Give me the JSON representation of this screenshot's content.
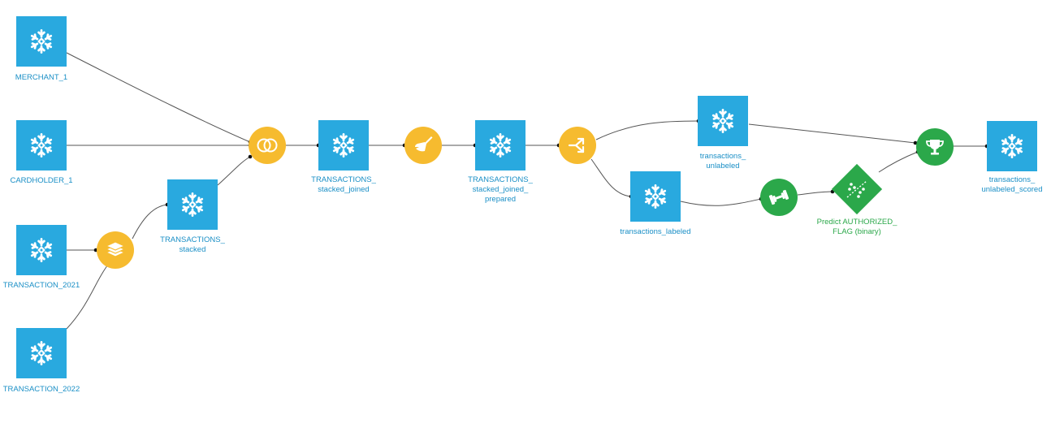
{
  "flow": {
    "colors": {
      "dataset": "#29a9df",
      "recipe_visual": "#f6bb2f",
      "recipe_ml": "#2ba84a",
      "edge": "#555555",
      "label_dataset": "#1a8fc6",
      "label_model": "#2ba84a"
    },
    "datasets": {
      "merchant": [
        "MERCHANT_1"
      ],
      "cardholder": [
        "CARDHOLDER_1"
      ],
      "transaction_2021": [
        "TRANSACTION_2021"
      ],
      "transaction_2022": [
        "TRANSACTION_2022"
      ],
      "transactions_stacked": [
        "TRANSACTIONS_",
        "stacked"
      ],
      "transactions_stacked_joined": [
        "TRANSACTIONS_",
        "stacked_joined"
      ],
      "transactions_stacked_joined_prepared": [
        "TRANSACTIONS_",
        "stacked_joined_",
        "prepared"
      ],
      "transactions_unlabeled": [
        "transactions_",
        "unlabeled"
      ],
      "transactions_labeled": [
        "transactions_labeled"
      ],
      "transactions_unlabeled_scored": [
        "transactions_",
        "unlabeled_scored"
      ]
    },
    "model": {
      "label": [
        "Predict AUTHORIZED_",
        "FLAG (binary)"
      ],
      "icon": "saved-model-icon"
    },
    "recipes": {
      "stack": "stack-layers-icon",
      "join": "join-circles-icon",
      "prepare": "broom-icon",
      "split": "split-arrows-icon",
      "train": "dumbbell-icon",
      "score": "trophy-icon"
    }
  }
}
